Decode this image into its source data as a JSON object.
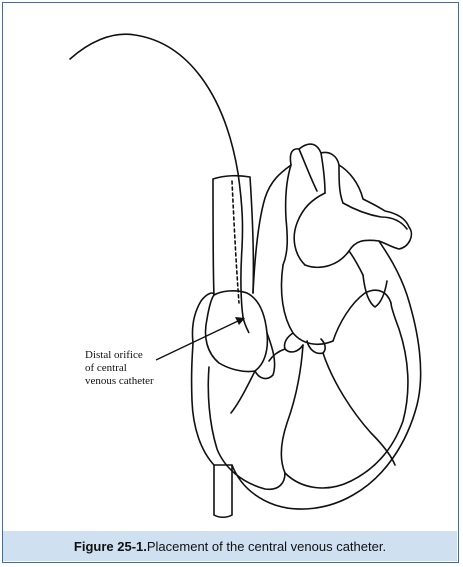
{
  "figure": {
    "label": "Figure 25-1.",
    "caption": " Placement of the central venous catheter."
  },
  "callout": {
    "lines": [
      "Distal orifice",
      "of central",
      "venous catheter"
    ]
  },
  "colors": {
    "frame_border": "#3a6ea5",
    "caption_background": "#cfe0f0",
    "line_art": "#111111"
  }
}
